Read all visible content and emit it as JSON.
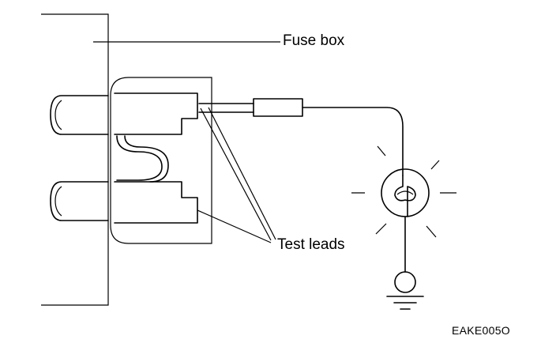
{
  "labels": {
    "fuse_box": "Fuse box",
    "test_leads": "Test leads",
    "figure_code": "EAKE005O"
  }
}
